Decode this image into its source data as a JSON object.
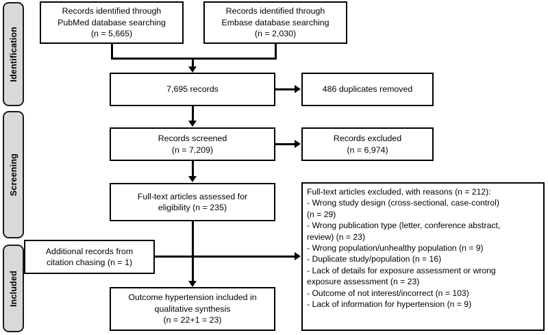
{
  "diagram": {
    "type": "prisma-flow-diagram",
    "title": "PRISMA study selection flow diagram",
    "colors": {
      "stage_tab_fill": "#d9d9d9",
      "stage_tab_border": "#1a1a1a",
      "box_border": "#000000",
      "box_fill": "#ffffff",
      "connector": "#000000",
      "text": "#000000"
    }
  },
  "stages": [
    {
      "id": "identification",
      "label": "Identification"
    },
    {
      "id": "screening",
      "label": "Screening"
    },
    {
      "id": "included",
      "label": "Included"
    }
  ],
  "boxes": {
    "pubmed": {
      "id": "records-identified-pubmed",
      "text": "Records identified through\nPubMed database searching\n(n = 5,665)",
      "n": 5665
    },
    "embase": {
      "id": "records-identified-embase",
      "text": "Records identified through\nEmbase database searching\n(n = 2,030)",
      "n": 2030
    },
    "records_total": {
      "id": "records-total",
      "text": "7,695 records",
      "n": 7695
    },
    "duplicates": {
      "id": "duplicates-removed",
      "text": "486 duplicates removed",
      "n": 486
    },
    "screened": {
      "id": "records-screened",
      "text": "Records screened\n(n = 7,209)",
      "n": 7209
    },
    "excluded": {
      "id": "records-excluded",
      "text": "Records excluded\n(n = 6,974)",
      "n": 6974
    },
    "fulltext": {
      "id": "fulltext-assessed",
      "text": "Full-text articles assessed for\neligibility (n = 235)",
      "n": 235
    },
    "citation": {
      "id": "additional-records-citation-chasing",
      "text": "Additional records from\ncitation chasing (n = 1)",
      "n": 1
    },
    "outcome": {
      "id": "outcome-included",
      "text": "Outcome hypertension included in\nqualitative synthesis\n(n = 22+1 = 23)",
      "n": 23
    }
  },
  "reasons_panel": {
    "id": "fulltext-excluded-with-reasons",
    "heading": "Full-text articles excluded, with reasons (n = 212):",
    "total_n": 212,
    "reasons": [
      {
        "text": "- Wrong study design (cross-sectional, case-control)\n(n = 29)",
        "n": 29
      },
      {
        "text": "- Wrong publication type (letter, conference abstract,\nreview) (n = 23)",
        "n": 23
      },
      {
        "text": "- Wrong population/unhealthy population (n = 9)",
        "n": 9
      },
      {
        "text": "- Duplicate study/population (n = 16)",
        "n": 16
      },
      {
        "text": "- Lack of details for exposure assessment or wrong\nexposure assessment (n = 23)",
        "n": 23
      },
      {
        "text": "- Outcome of not interest/incorrect (n = 103)",
        "n": 103
      },
      {
        "text": "- Lack of information for hypertension (n = 9)",
        "n": 9
      }
    ]
  }
}
